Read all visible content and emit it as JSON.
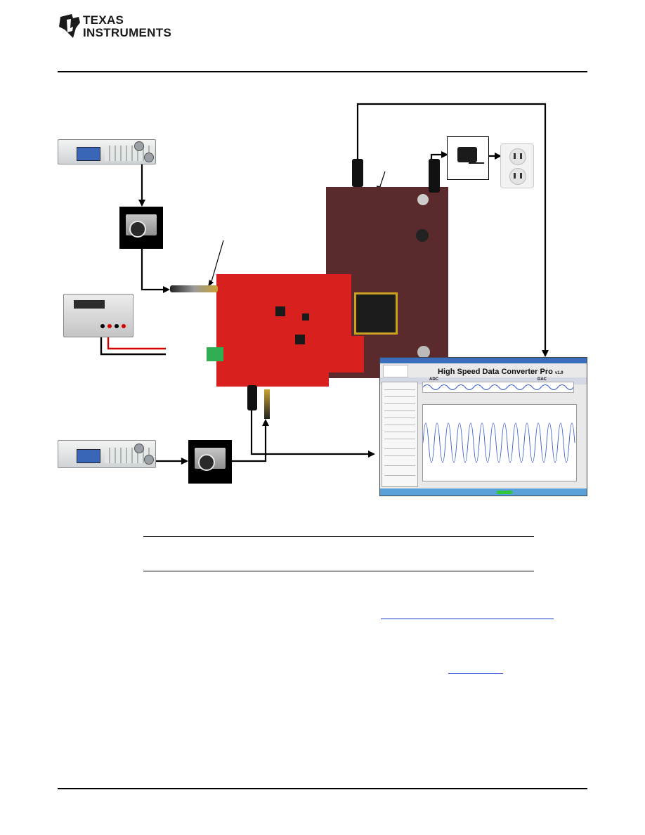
{
  "header": {
    "logo_line1": "TEXAS",
    "logo_line2": "INSTRUMENTS"
  },
  "figure": {
    "gui_window": {
      "title": "High Speed Data Converter Pro",
      "version": "v1.9",
      "tab_adc": "ADC",
      "tab_dac": "DAC"
    },
    "colors": {
      "evm_board": "#d8201e",
      "capture_board": "#5b2a2c",
      "positive_lead": "#d40000",
      "negative_lead": "#000000"
    },
    "icons": [
      "ti-logo-icon",
      "signal-generator-icon",
      "attenuator-icon",
      "power-supply-icon",
      "wall-outlet-icon",
      "ac-adapter-icon"
    ]
  }
}
